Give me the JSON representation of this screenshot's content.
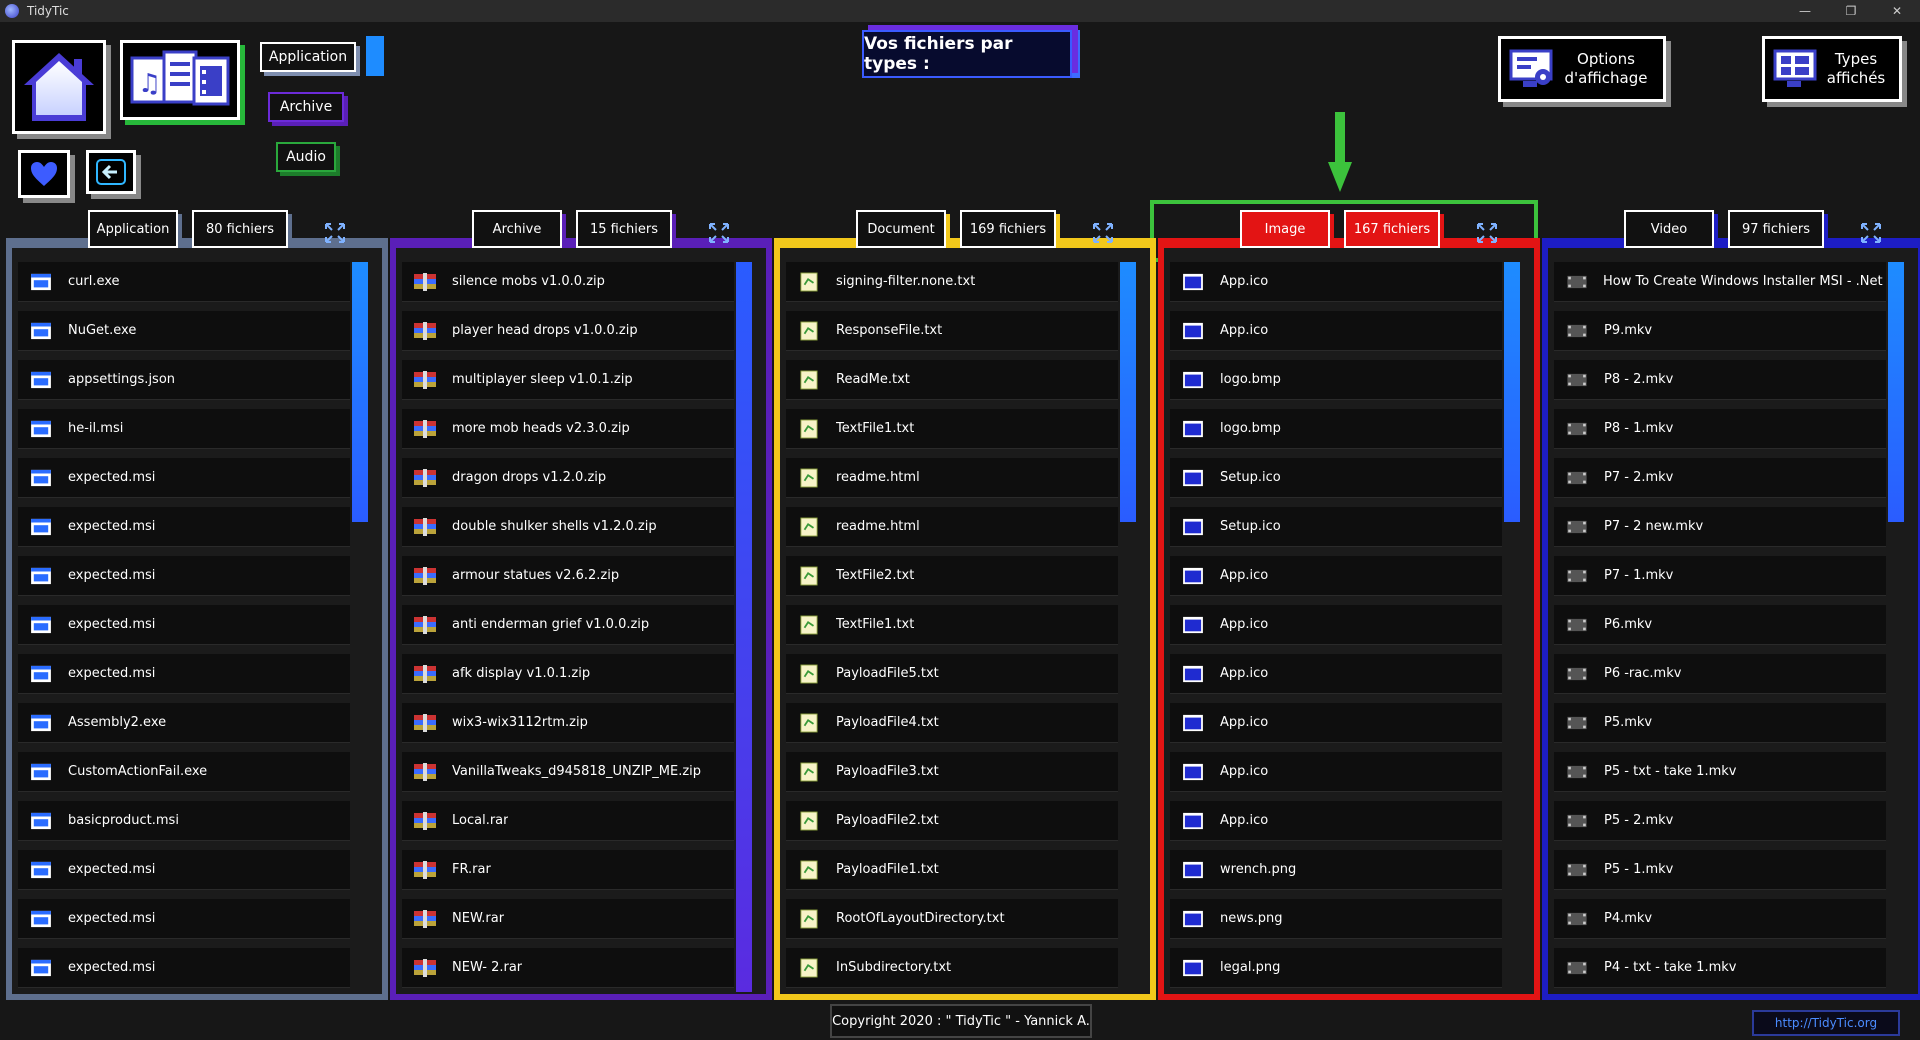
{
  "window": {
    "title": "TidyTic",
    "minimize": "—",
    "restore": "❐",
    "close": "✕"
  },
  "filters": {
    "application": "Application",
    "archive": "Archive",
    "audio": "Audio"
  },
  "section_title": "Vos fichiers par types :",
  "display_options": "Options d'affichage",
  "types_shown": "Types affichés",
  "columns": {
    "application": {
      "type": "Application",
      "count": "80 fichiers",
      "color": "#5e6f8e",
      "files": [
        "curl.exe",
        "NuGet.exe",
        "appsettings.json",
        "he-il.msi",
        "expected.msi",
        "expected.msi",
        "expected.msi",
        "expected.msi",
        "expected.msi",
        "Assembly2.exe",
        "CustomActionFail.exe",
        "basicproduct.msi",
        "expected.msi",
        "expected.msi",
        "expected.msi"
      ]
    },
    "archive": {
      "type": "Archive",
      "count": "15 fichiers",
      "color": "#5a1fb8",
      "files": [
        "silence mobs v1.0.0.zip",
        "player head drops v1.0.0.zip",
        "multiplayer sleep v1.0.1.zip",
        "more mob heads v2.3.0.zip",
        "dragon drops v1.2.0.zip",
        "double shulker shells v1.2.0.zip",
        "armour statues v2.6.2.zip",
        "anti enderman grief v1.0.0.zip",
        "afk display v1.0.1.zip",
        "wix3-wix3112rtm.zip",
        "VanillaTweaks_d945818_UNZIP_ME.zip",
        "Local.rar",
        "FR.rar",
        "NEW.rar",
        "NEW- 2.rar"
      ]
    },
    "document": {
      "type": "Document",
      "count": "169 fichiers",
      "color": "#f2c81b",
      "files": [
        "signing-filter.none.txt",
        "ResponseFile.txt",
        "ReadMe.txt",
        "TextFile1.txt",
        "readme.html",
        "readme.html",
        "TextFile2.txt",
        "TextFile1.txt",
        "PayloadFile5.txt",
        "PayloadFile4.txt",
        "PayloadFile3.txt",
        "PayloadFile2.txt",
        "PayloadFile1.txt",
        "RootOfLayoutDirectory.txt",
        "InSubdirectory.txt"
      ]
    },
    "image": {
      "type": "Image",
      "count": "167 fichiers",
      "color": "#e31414",
      "files": [
        "App.ico",
        "App.ico",
        "logo.bmp",
        "logo.bmp",
        "Setup.ico",
        "Setup.ico",
        "App.ico",
        "App.ico",
        "App.ico",
        "App.ico",
        "App.ico",
        "App.ico",
        "wrench.png",
        "news.png",
        "legal.png"
      ]
    },
    "video": {
      "type": "Video",
      "count": "97 fichiers",
      "color": "#1d1dc4",
      "files": [
        "How To Create Windows Installer MSI - .Net C",
        "P9.mkv",
        "P8 - 2.mkv",
        "P8 - 1.mkv",
        "P7 - 2.mkv",
        "P7 - 2 new.mkv",
        "P7 - 1.mkv",
        "P6.mkv",
        "P6 -rac.mkv",
        "P5.mkv",
        "P5 - txt - take 1.mkv",
        "P5 - 2.mkv",
        "P5 - 1.mkv",
        "P4.mkv",
        "P4 - txt - take 1.mkv"
      ]
    }
  },
  "footer": {
    "copyright": "Copyright 2020 : \" TidyTic \" - Yannick A.",
    "link": "http://TidyTic.org"
  },
  "icons": {
    "application": "window-icon",
    "archive": "archive-box-icon",
    "document": "text-file-icon",
    "image": "image-file-icon",
    "video": "video-file-icon"
  }
}
